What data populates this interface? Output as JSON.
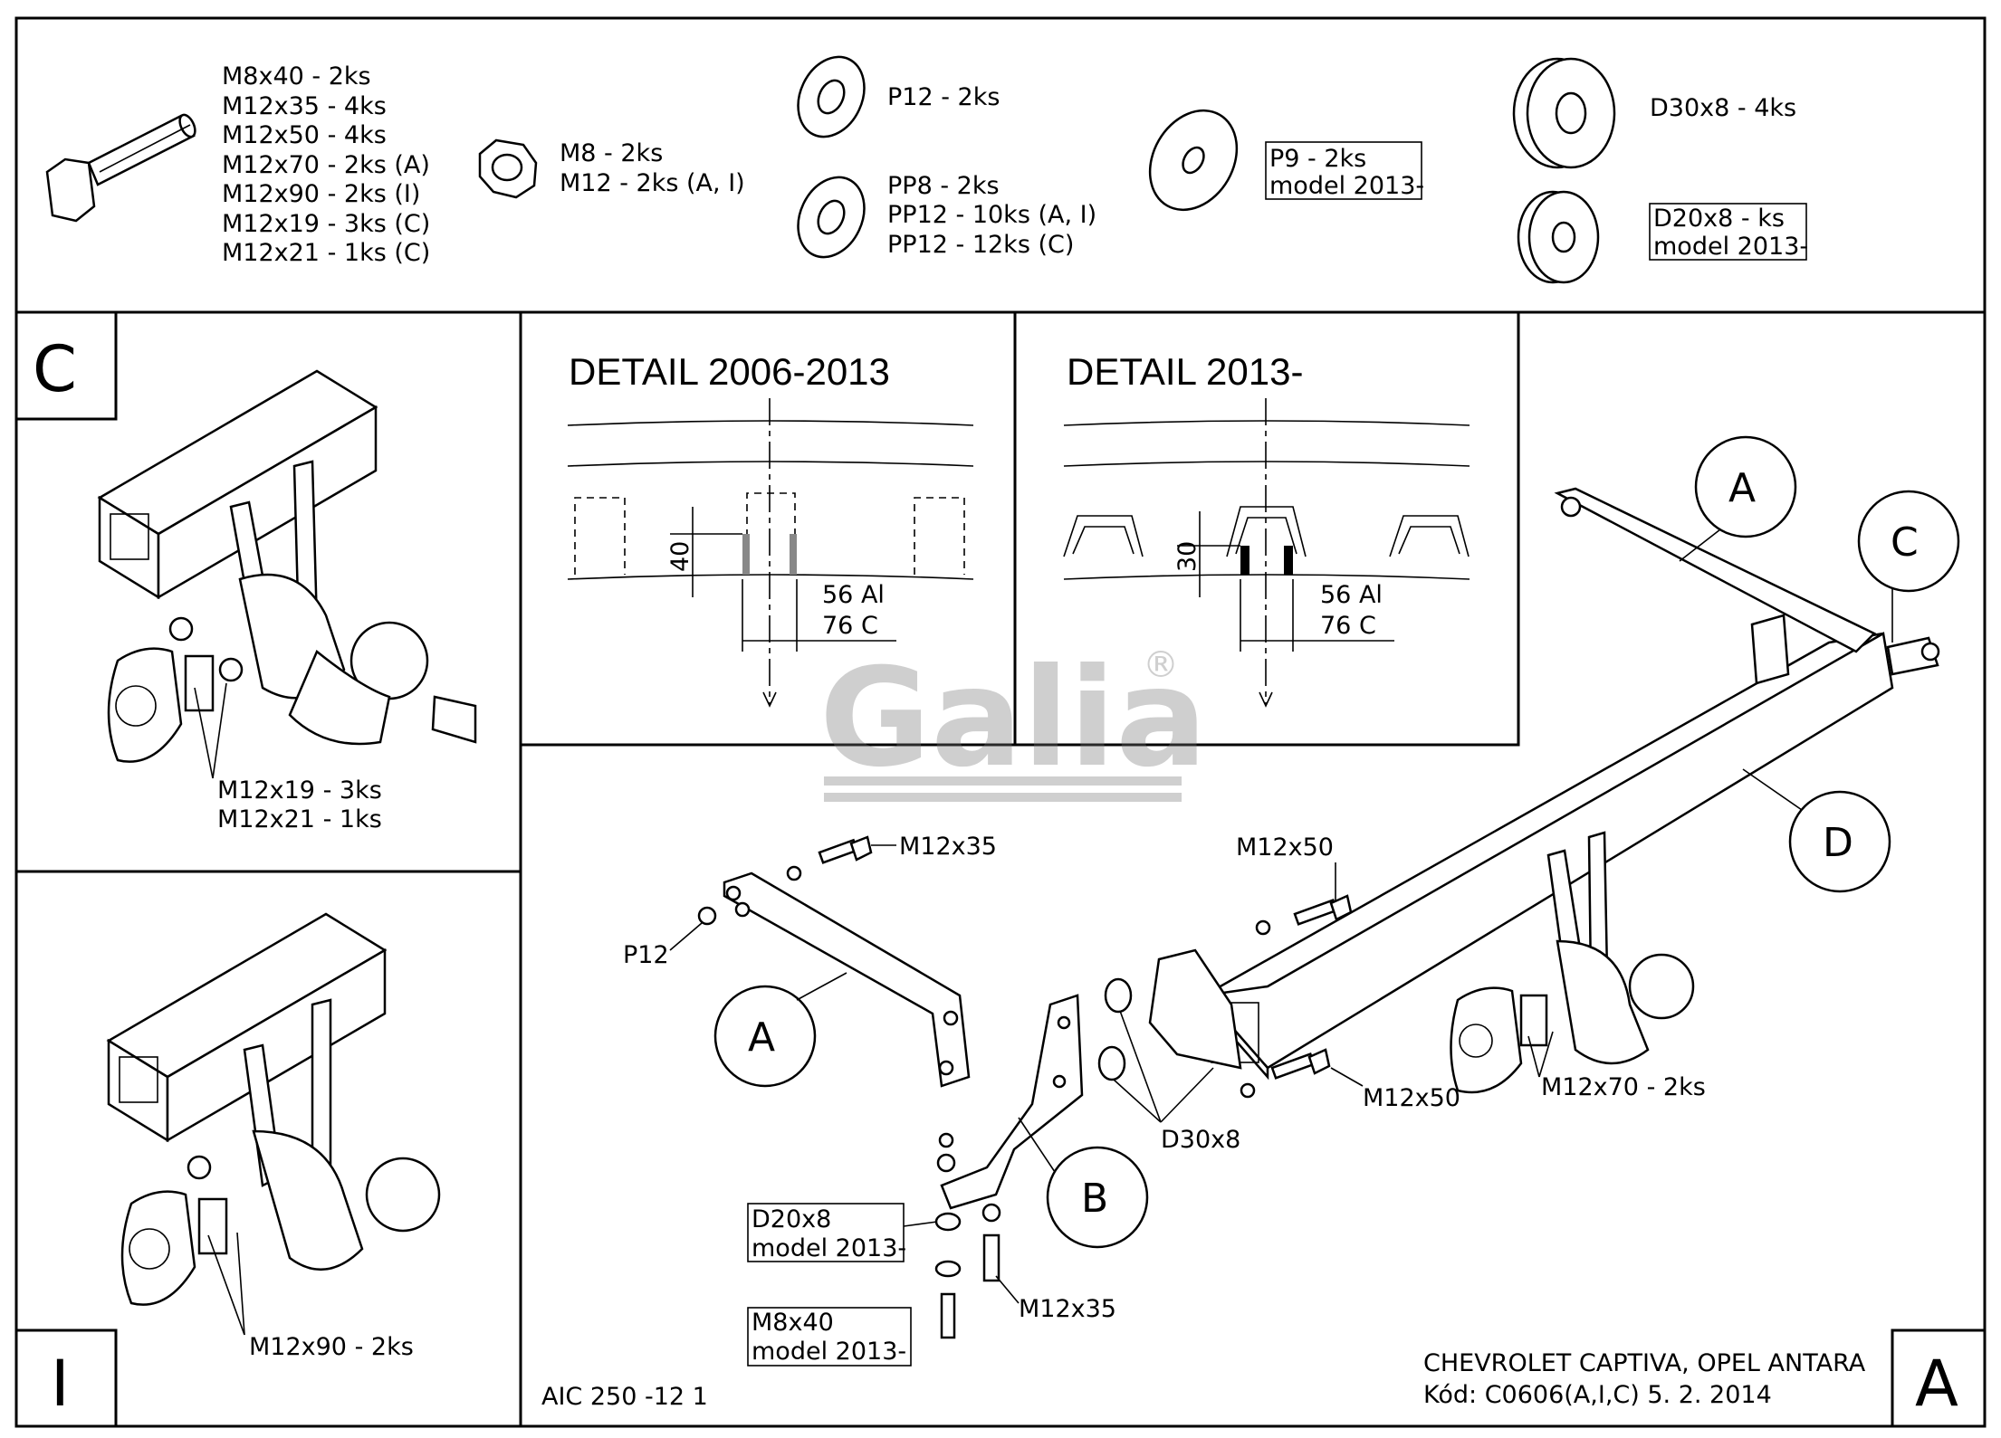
{
  "parts": {
    "bolts": [
      "M8x40 - 2ks",
      "M12x35 - 4ks",
      "M12x50 - 4ks",
      "M12x70 - 2ks (A)",
      "M12x90 - 2ks (I)",
      "M12x19 - 3ks (C)",
      "M12x21 - 1ks (C)"
    ],
    "nuts": [
      "M8 - 2ks",
      "M12 - 2ks (A, I)"
    ],
    "washer_p12": "P12 - 2ks",
    "washers_pp": [
      "PP8 - 2ks",
      "PP12 - 10ks (A, I)",
      "PP12 - 12ks (C)"
    ],
    "washer_p9": [
      "P9 - 2ks",
      "model 2013-"
    ],
    "spacer_d30": "D30x8 - 4ks",
    "spacer_d20": [
      "D20x8 - ks",
      "model 2013-"
    ]
  },
  "variant_c": {
    "letter": "C",
    "labels": [
      "M12x19 - 3ks",
      "M12x21 - 1ks"
    ]
  },
  "variant_i": {
    "letter": "I",
    "label": "M12x90 - 2ks"
  },
  "detail_left": {
    "title": "DETAIL  2006-2013",
    "dim": "40",
    "spec": [
      "56 Al",
      "76 C"
    ]
  },
  "detail_right": {
    "title": "DETAIL  2013-",
    "dim": "30",
    "spec": [
      "56 Al",
      "76 C"
    ]
  },
  "watermark": {
    "text": "Galia",
    "mark": "®"
  },
  "assembly": {
    "letter": "A",
    "callouts": {
      "A_left": "A",
      "A_top": "A",
      "B": "B",
      "C": "C",
      "D": "D"
    },
    "labels": {
      "m12x35_top": "M12x35",
      "p12": "P12",
      "m12x50_top": "M12x50",
      "m12x50_bottom": "M12x50",
      "m12x70": "M12x70 - 2ks",
      "d30x8": "D30x8",
      "m12x35_bottom": "M12x35",
      "d20x8": [
        "D20x8",
        "model 2013-"
      ],
      "m8x40": [
        "M8x40",
        "model 2013-"
      ]
    }
  },
  "footer": {
    "code": "AIC 250 -12 1",
    "vehicle": "CHEVROLET CAPTIVA, OPEL ANTARA",
    "kod": "Kód: C0606(A,I,C)  5. 2. 2014"
  }
}
